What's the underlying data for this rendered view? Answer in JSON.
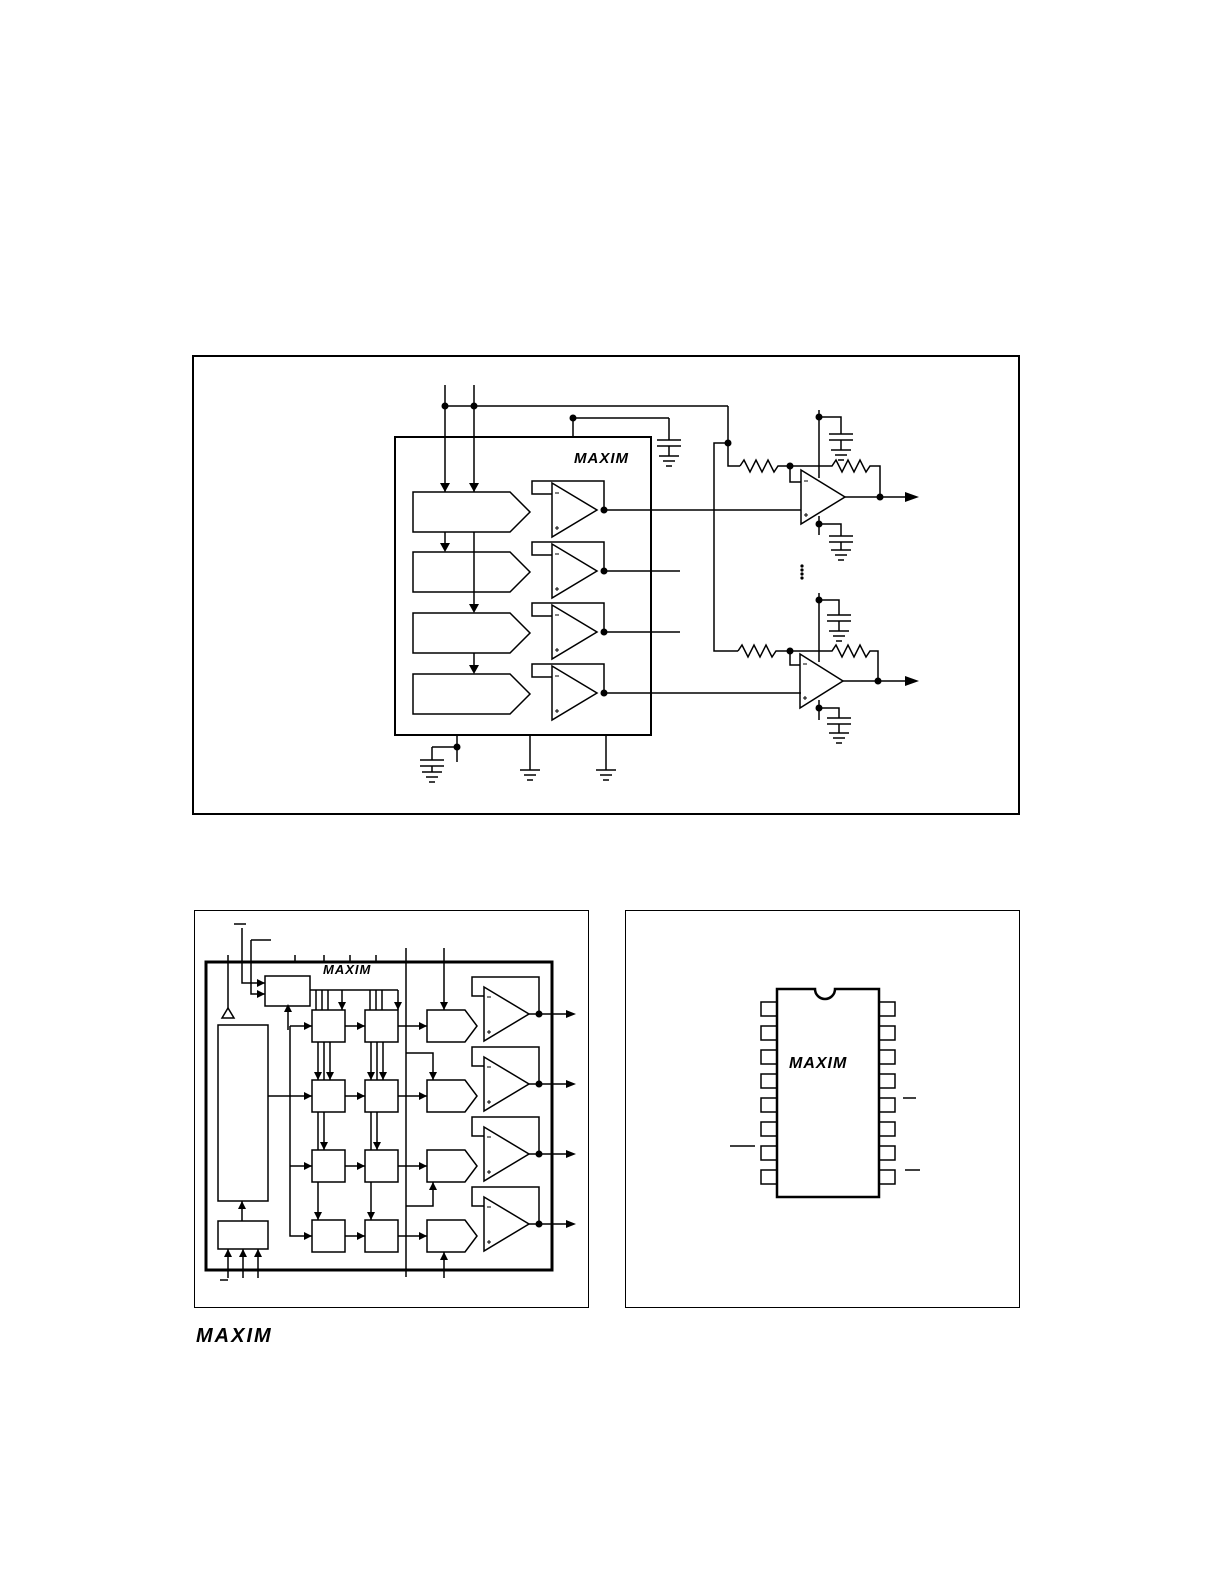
{
  "brand": {
    "logo_text": "MAXIM",
    "color": "#000000"
  },
  "figures": [
    {
      "id": "dac-application-circuit"
    },
    {
      "id": "functional-diagram"
    },
    {
      "id": "pin-configuration"
    }
  ]
}
